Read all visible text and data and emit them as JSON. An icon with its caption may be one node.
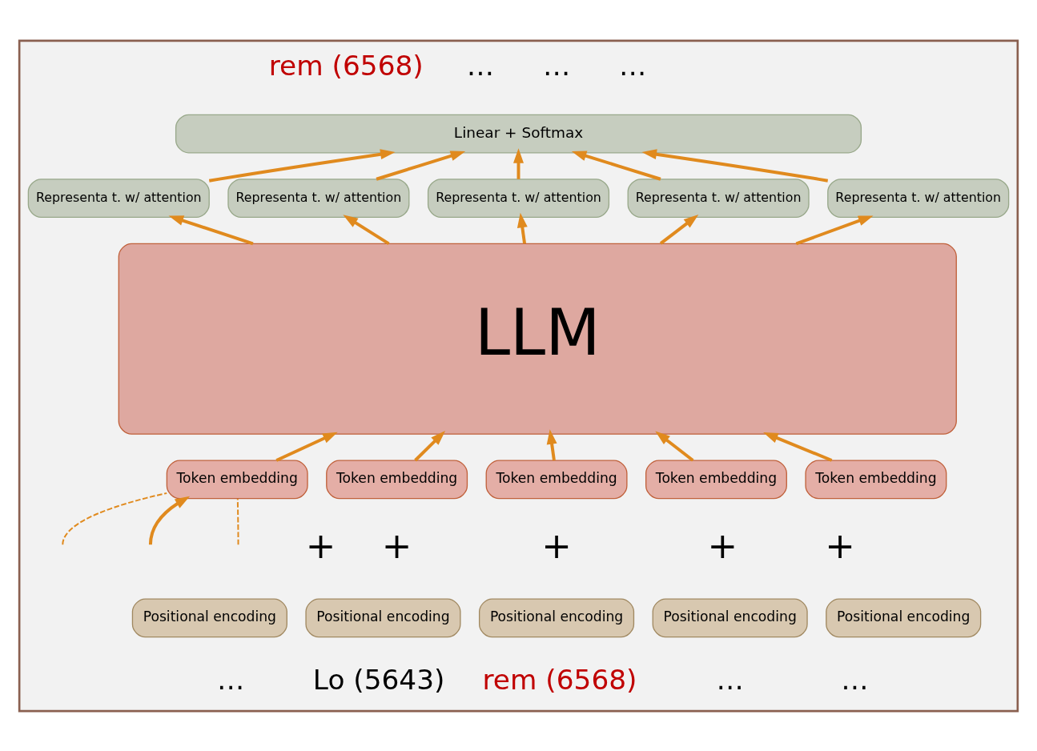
{
  "diagram": {
    "nodes": [
      {
        "text": [],
        "shape": "box"
      },
      {
        "text": [
          "Linear + Softmax"
        ],
        "in": 0
      },
      {
        "text": [
          "Representa t. w/ attention"
        ],
        "in": 0
      },
      {
        "text": [
          "Representa t. w/ attention"
        ],
        "in": 0
      },
      {
        "text": [
          "Representa t. w/ attention"
        ],
        "in": 0
      },
      {
        "text": [
          "Representa t. w/ attention"
        ],
        "in": 0
      },
      {
        "text": [
          "Representa t. w/ attention"
        ],
        "in": 0
      },
      {
        "text": [
          "LLM"
        ],
        "in": 0
      },
      {
        "text": [
          "Token embedding"
        ],
        "in": 0
      },
      {
        "text": [
          "Token embedding"
        ],
        "in": 0
      },
      {
        "text": [
          "Token embedding"
        ],
        "in": 0
      },
      {
        "text": [
          "Token embedding"
        ],
        "in": 0
      },
      {
        "text": [
          "Token embedding"
        ],
        "in": 0
      },
      {
        "text": [
          "Positional encoding"
        ],
        "in": 0
      },
      {
        "text": [
          "Positional encoding"
        ],
        "in": 0
      },
      {
        "text": [
          "Positional encoding"
        ],
        "in": 0
      },
      {
        "text": [
          "Positional encoding"
        ],
        "in": 0
      },
      {
        "text": [
          "Positional encoding"
        ],
        "in": 0
      }
    ],
    "edges": [
      {
        "from": 8,
        "to": 7,
        "arrow": "to"
      },
      {
        "from": 9,
        "to": 7,
        "arrow": "to"
      },
      {
        "from": 10,
        "to": 7,
        "arrow": "to"
      },
      {
        "from": 11,
        "to": 7,
        "arrow": "to"
      },
      {
        "from": 12,
        "to": 7,
        "arrow": "to"
      },
      {
        "from": 7,
        "to": 2,
        "arrow": "to"
      },
      {
        "from": 7,
        "to": 3,
        "arrow": "to"
      },
      {
        "from": 7,
        "to": 4,
        "arrow": "to"
      },
      {
        "from": 7,
        "to": 5,
        "arrow": "to"
      },
      {
        "from": 7,
        "to": 6,
        "arrow": "to"
      },
      {
        "from": 2,
        "to": 1,
        "arrow": "to"
      },
      {
        "from": 3,
        "to": 1,
        "arrow": "to"
      },
      {
        "from": 4,
        "to": 1,
        "arrow": "to"
      },
      {
        "from": 5,
        "to": 1,
        "arrow": "to"
      },
      {
        "from": 6,
        "to": 1,
        "arrow": "to"
      },
      {
        "from": null,
        "to": 8,
        "arrow": "none",
        "style": "dashed"
      },
      {
        "from": null,
        "to": 8,
        "arrow": "to"
      },
      {
        "from": null,
        "to": 8,
        "arrow": "none",
        "style": "dashed"
      }
    ],
    "labels": [
      "rem (6568)",
      "…",
      "…",
      "…",
      "+",
      "+",
      "+",
      "+",
      "+",
      "…",
      "Lo (5643)",
      "rem (6568)",
      "…",
      "…"
    ]
  }
}
